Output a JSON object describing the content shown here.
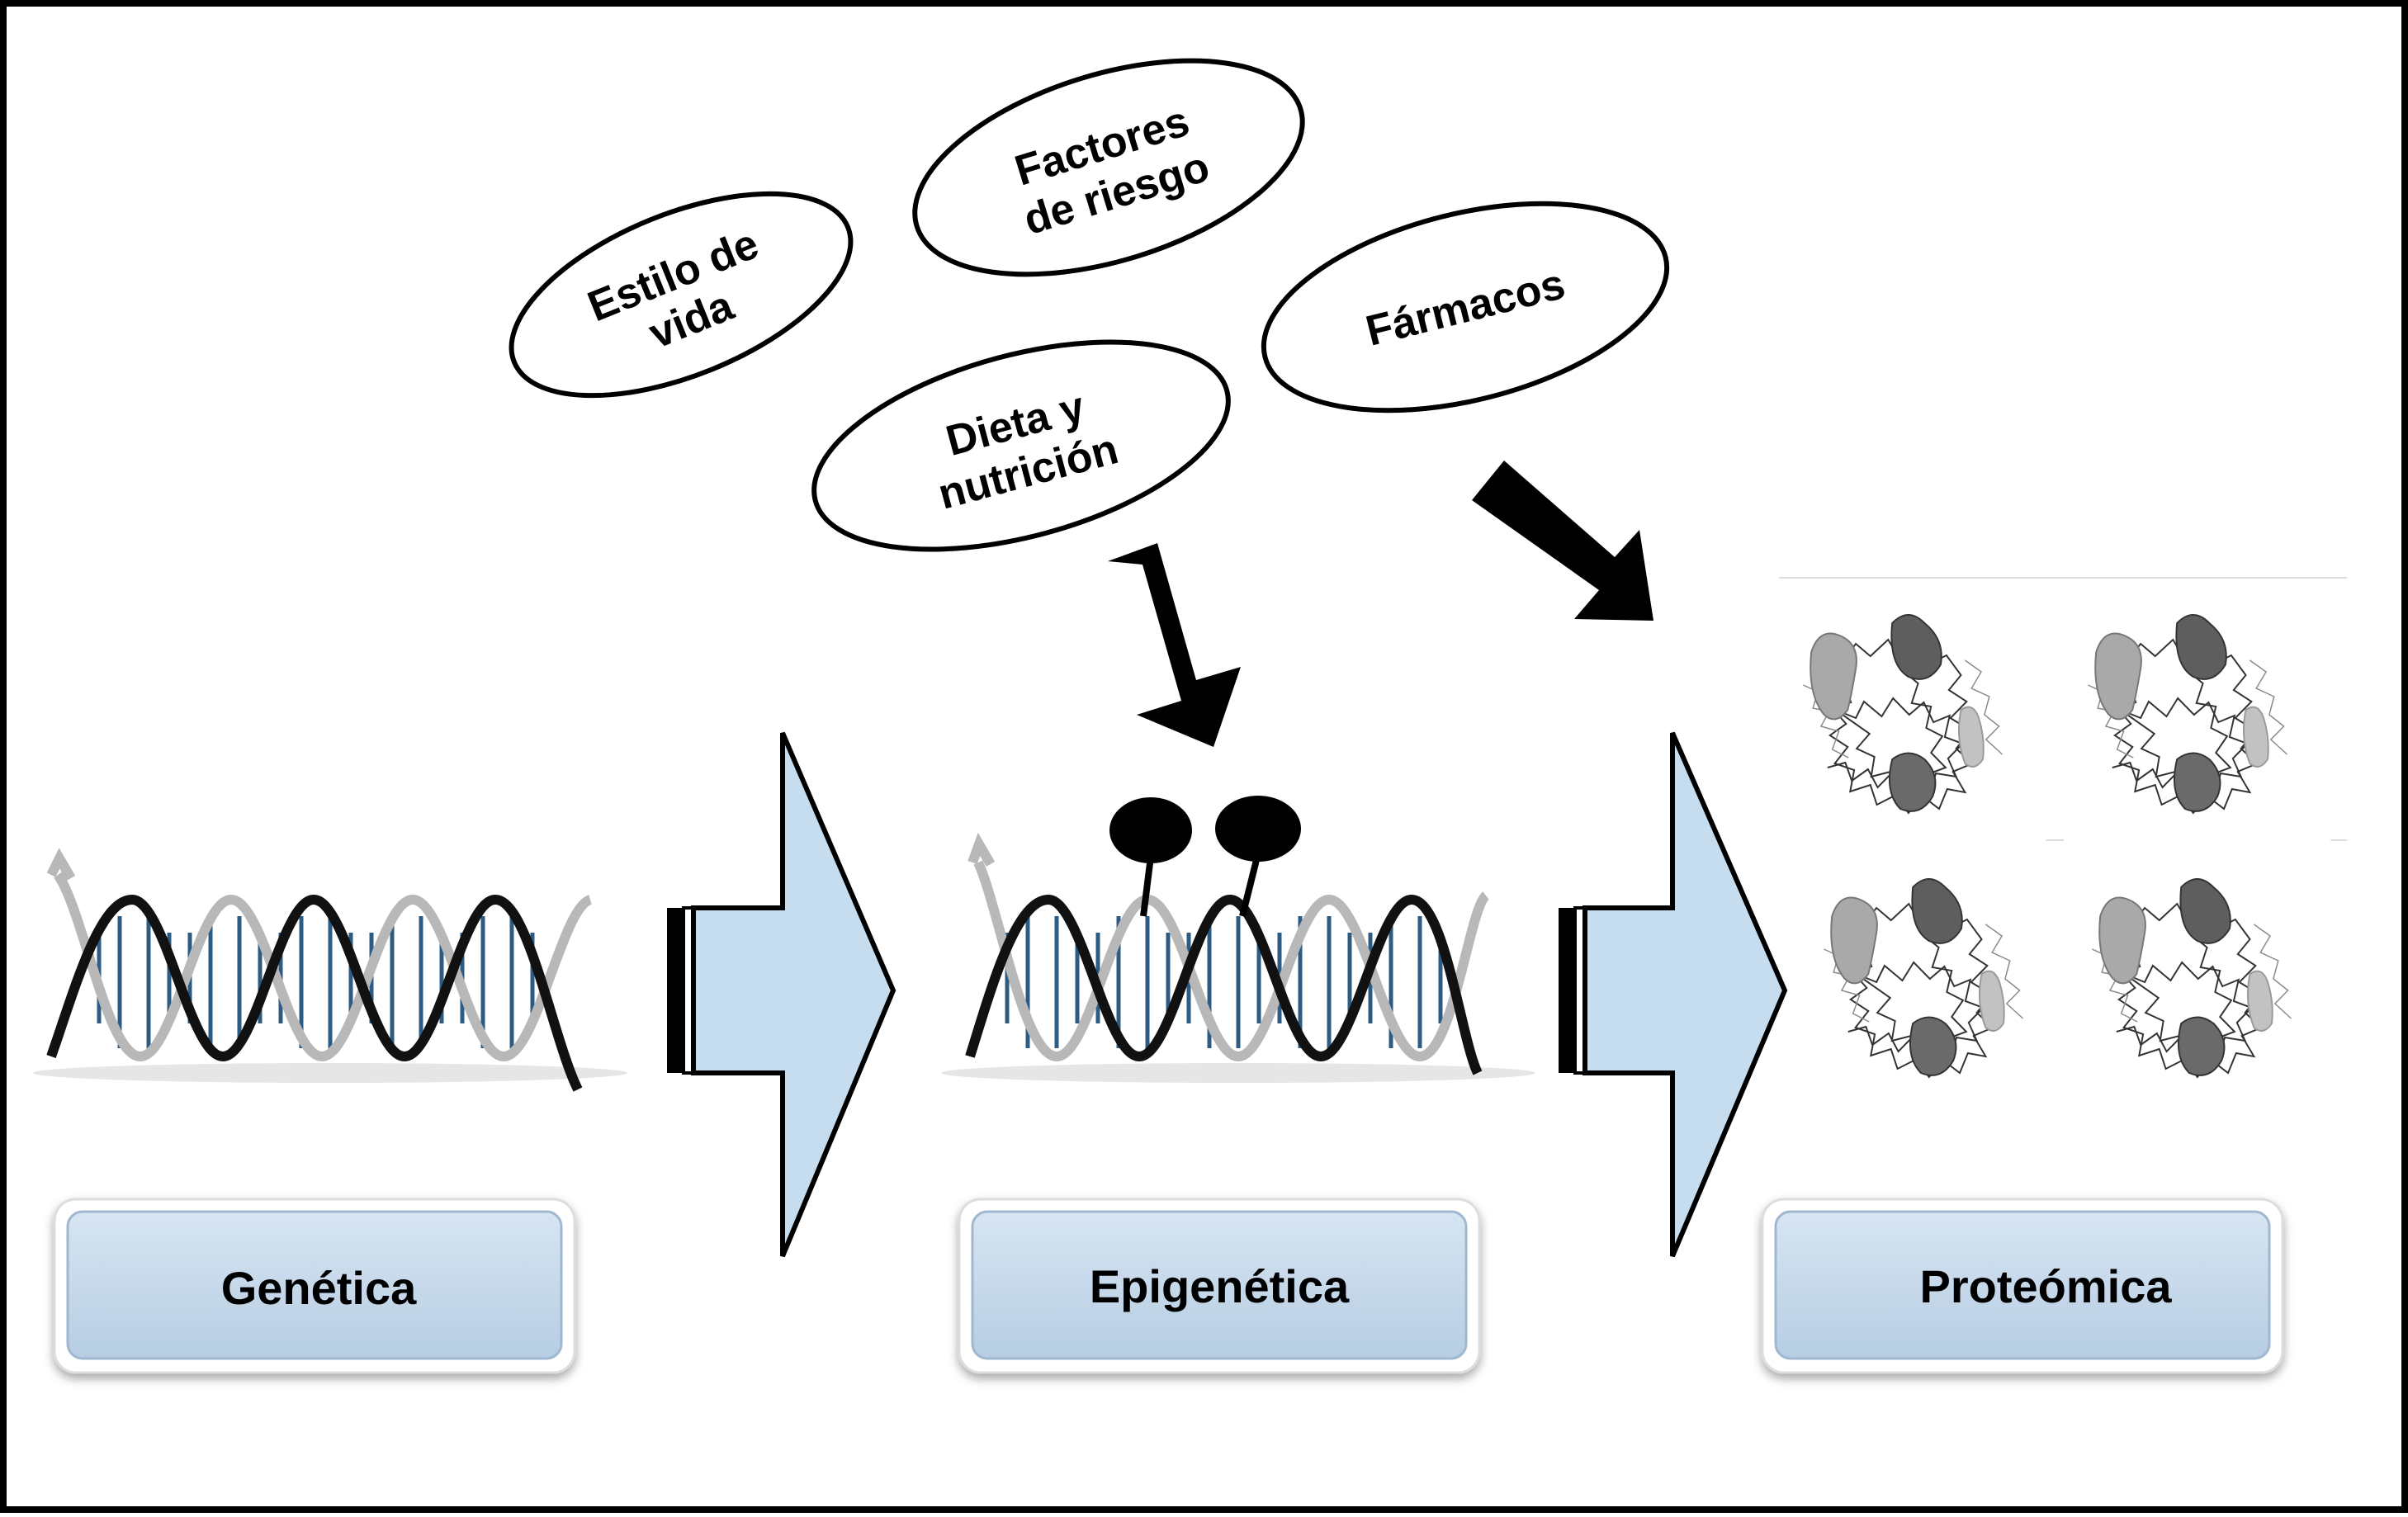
{
  "influences": [
    {
      "id": "estilo",
      "lines": [
        "Estilo de",
        "vida"
      ]
    },
    {
      "id": "factores",
      "lines": [
        "Factores",
        "de riesgo"
      ]
    },
    {
      "id": "dieta",
      "lines": [
        "Dieta y",
        "nutrición"
      ]
    },
    {
      "id": "farmacos",
      "lines": [
        "Fármacos"
      ]
    }
  ],
  "stages": [
    {
      "id": "genetica",
      "label": "Genética"
    },
    {
      "id": "epigenetica",
      "label": "Epigenética"
    },
    {
      "id": "proteomica",
      "label": "Proteómica"
    }
  ],
  "colors": {
    "stage_fill": "#c5d8ea",
    "arrow_fill": "#c6dcef",
    "dna_dark": "#111111",
    "dna_light": "#b5b5b5",
    "dna_rung": "#2c5b84",
    "influence_arrow": "#000000"
  },
  "icons": {
    "dna": "double-helix",
    "methyl_marks": "lollipop-markers",
    "protein": "protein-structure"
  }
}
